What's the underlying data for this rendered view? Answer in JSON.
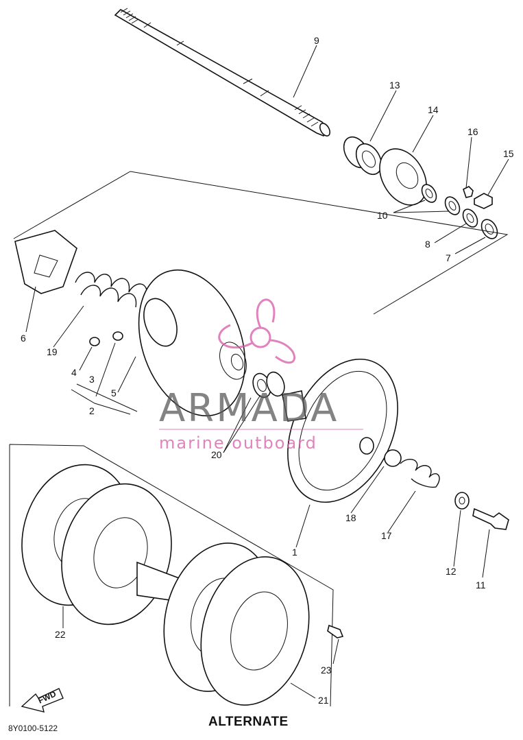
{
  "diagram": {
    "code": "8Y0100-5122",
    "alternate_label": "ALTERNATE",
    "fwd_label": "FWD",
    "part_labels": {
      "p1": "1",
      "p2": "2",
      "p3": "3",
      "p4": "4",
      "p5": "5",
      "p6": "6",
      "p7": "7",
      "p8": "8",
      "p9": "9",
      "p10": "10",
      "p11": "11",
      "p12": "12",
      "p13": "13",
      "p14": "14",
      "p15": "15",
      "p16": "16",
      "p17": "17",
      "p18": "18",
      "p19": "19",
      "p20": "20",
      "p21": "21",
      "p22": "22",
      "p23": "23"
    }
  },
  "watermark": {
    "brand": "ARMADA",
    "tagline": "marine outboard",
    "brand_color": "#5a5a5a",
    "accent_color": "#d65aa8"
  }
}
